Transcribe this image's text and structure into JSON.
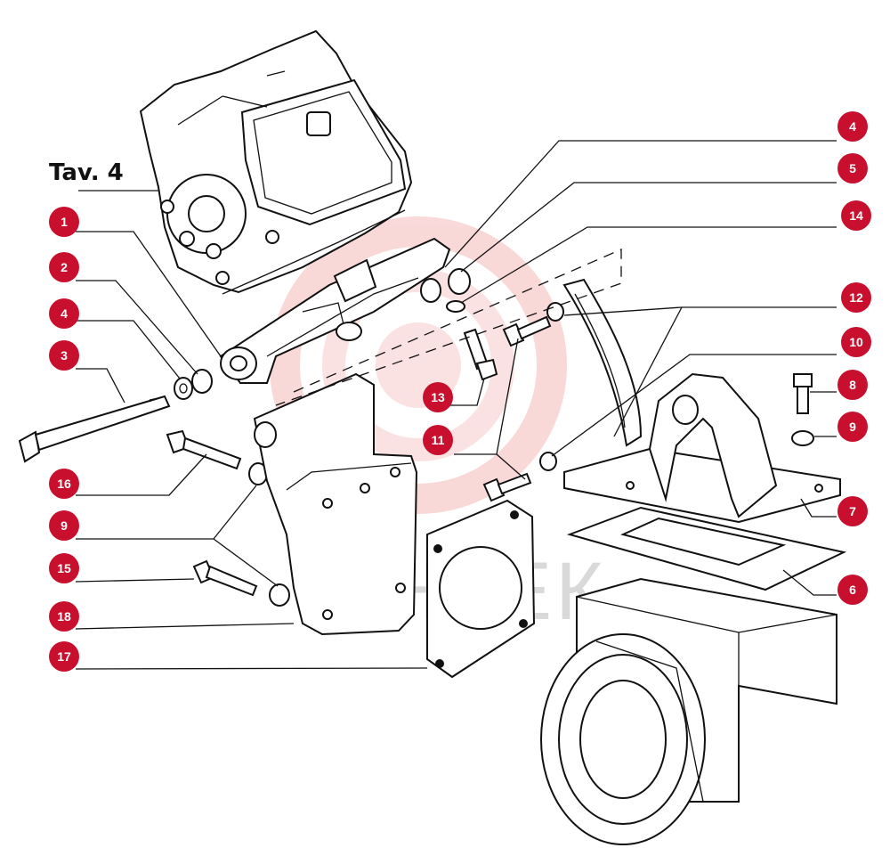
{
  "diagram": {
    "title": "Tav. 4",
    "watermark_text": "ИНТЕК",
    "accent_color": "#c8102e",
    "callout_labels": [
      "1",
      "2",
      "4",
      "3",
      "16",
      "9",
      "15",
      "18",
      "17",
      "13",
      "11",
      "4",
      "5",
      "14",
      "12",
      "10",
      "8",
      "9",
      "7",
      "6"
    ]
  }
}
